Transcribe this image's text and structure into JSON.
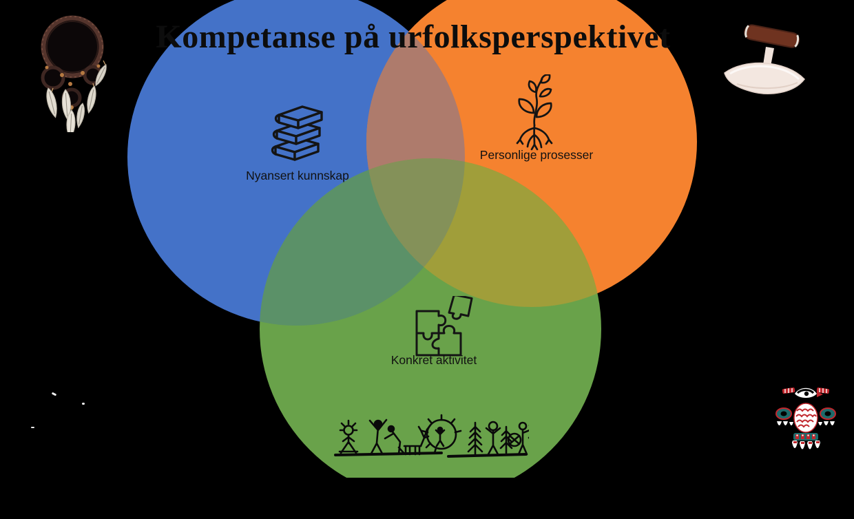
{
  "background_color": "#000000",
  "title": "Kompetanse på urfolksperspektivet",
  "venn": {
    "type": "venn-diagram",
    "circles": [
      {
        "id": "knowledge",
        "label": "Nyansert kunnskap",
        "icon": "books-icon",
        "color": "#4472C8"
      },
      {
        "id": "processes",
        "label": "Personlige prosesser",
        "icon": "plant-with-roots-icon",
        "color": "#F5822F"
      },
      {
        "id": "activity",
        "label": "Konkret aktivitet",
        "icon": "puzzle-pieces-icon",
        "color": "#69A24A"
      }
    ],
    "overlaps": {
      "knowledge_processes": "#AE7B6C",
      "knowledge_activity": "#5B9168",
      "processes_activity": "#A09E3A",
      "center": "#849159"
    }
  },
  "decorations": {
    "top_left": "dreamcatcher",
    "top_right": "ulu-knife",
    "bottom_center": "petroglyph-rock-art",
    "bottom_right": "totem-thunderbird"
  }
}
